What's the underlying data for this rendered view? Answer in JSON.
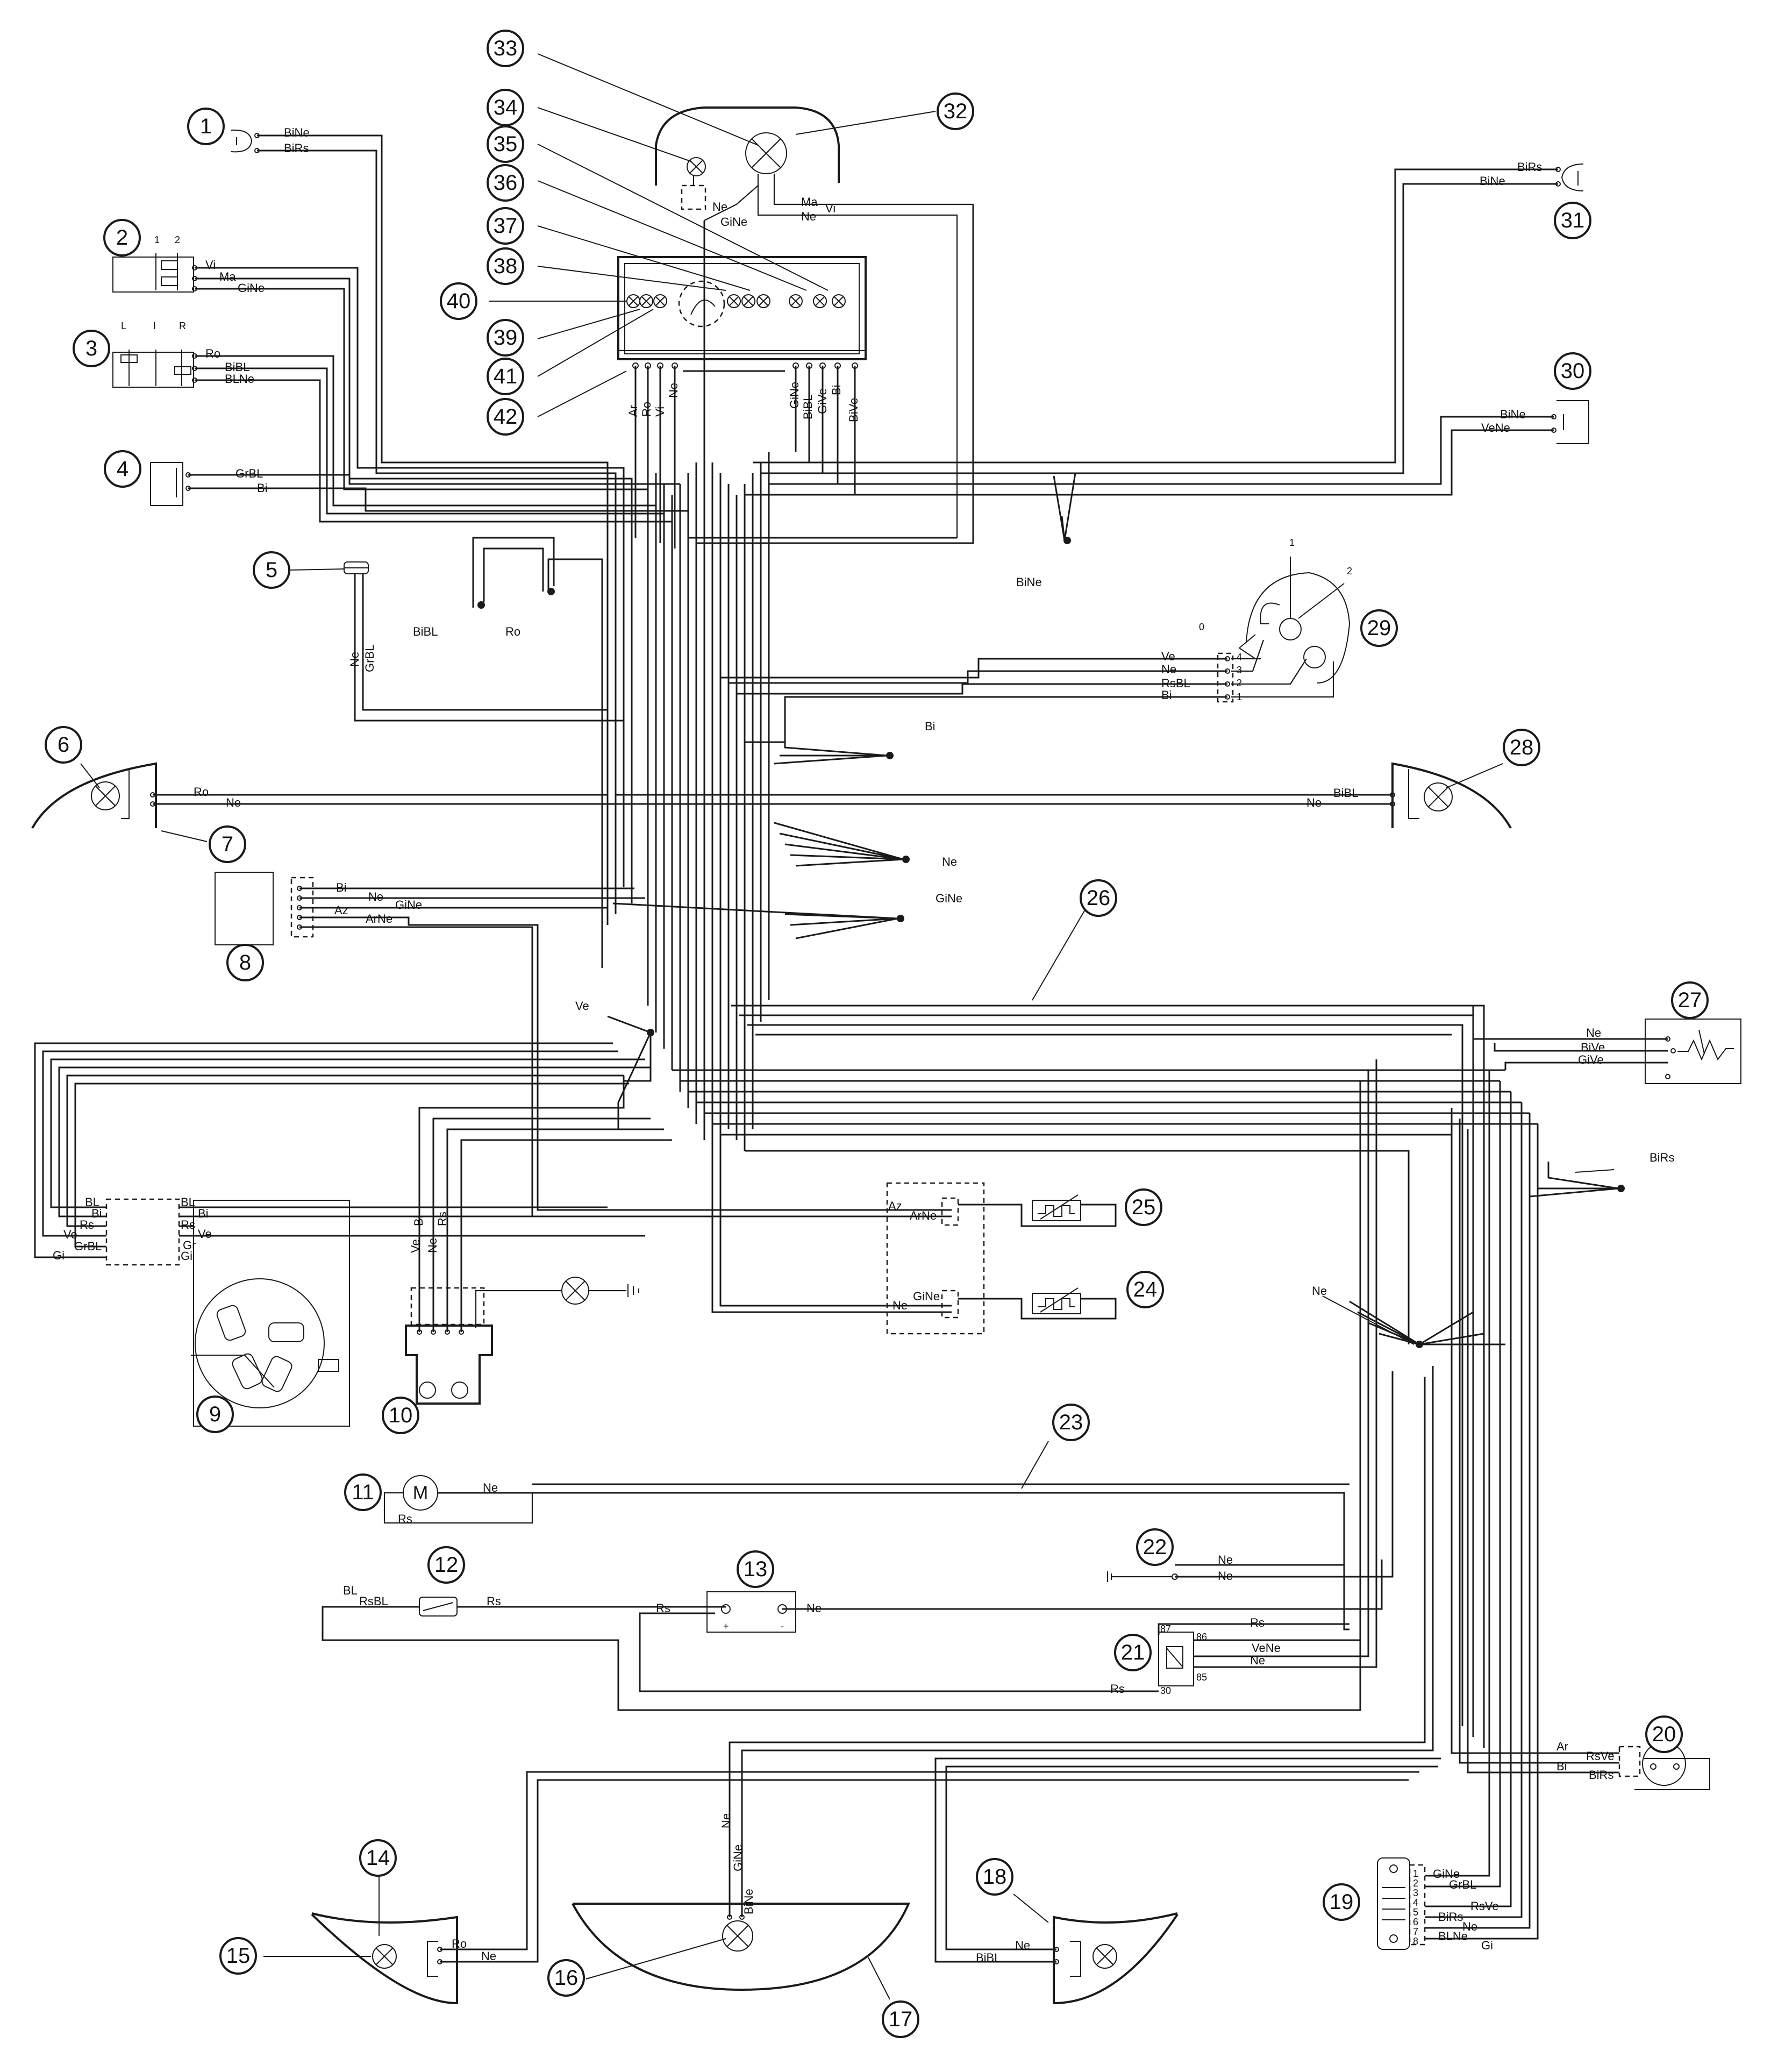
{
  "callouts": [
    {
      "n": "1"
    },
    {
      "n": "2"
    },
    {
      "n": "3"
    },
    {
      "n": "4"
    },
    {
      "n": "5"
    },
    {
      "n": "6"
    },
    {
      "n": "7"
    },
    {
      "n": "8"
    },
    {
      "n": "9"
    },
    {
      "n": "10"
    },
    {
      "n": "11"
    },
    {
      "n": "12"
    },
    {
      "n": "13"
    },
    {
      "n": "14"
    },
    {
      "n": "15"
    },
    {
      "n": "16"
    },
    {
      "n": "17"
    },
    {
      "n": "18"
    },
    {
      "n": "19"
    },
    {
      "n": "20"
    },
    {
      "n": "21"
    },
    {
      "n": "22"
    },
    {
      "n": "23"
    },
    {
      "n": "24"
    },
    {
      "n": "25"
    },
    {
      "n": "26"
    },
    {
      "n": "27"
    },
    {
      "n": "28"
    },
    {
      "n": "29"
    },
    {
      "n": "30"
    },
    {
      "n": "31"
    },
    {
      "n": "32"
    },
    {
      "n": "33"
    },
    {
      "n": "34"
    },
    {
      "n": "35"
    },
    {
      "n": "36"
    },
    {
      "n": "37"
    },
    {
      "n": "38"
    },
    {
      "n": "39"
    },
    {
      "n": "40"
    },
    {
      "n": "41"
    },
    {
      "n": "42"
    }
  ],
  "labels": {
    "c1_a": "BiNe",
    "c1_b": "BiRs",
    "c2_a": "Vi",
    "c2_b": "Ma",
    "c2_c": "GiNe",
    "c2_p1": "1",
    "c2_p2": "2",
    "c3_a": "Ro",
    "c3_b": "BiBL",
    "c3_c": "BLNe",
    "c3_l": "L",
    "c3_m": "I",
    "c3_r": "R",
    "c4_a": "GrBL",
    "c4_b": "Bi",
    "c5_a": "Ne",
    "c5_b": "GrBL",
    "n_bibl": "BiBL",
    "n_ro": "Ro",
    "c6_a": "Ro",
    "c6_b": "Ne",
    "c8_a": "Bi",
    "c8_b": "Ne",
    "c8_c": "GiNe",
    "c8_d": "Az",
    "c8_e": "ArNe",
    "c9_l1": "BL",
    "c9_l2": "Bi",
    "c9_l3": "Rs",
    "c9_l4": "Ve",
    "c9_l5": "GrBL",
    "c9_l6": "Gi",
    "c9_r1": "BL",
    "c9_r2": "Bi",
    "c9_r3": "Rs",
    "c9_r4": "Ve",
    "c9_r5": "Gr",
    "c9_r6": "Gi",
    "c10_a": "Ve",
    "c10_b": "Bi",
    "c10_c": "Ne",
    "c10_d": "Rs",
    "n_ve": "Ve",
    "c11_a": "Ne",
    "c11_b": "Rs",
    "c12_a": "BL",
    "c12_b": "RsBL",
    "c12_c": "Rs",
    "c13_a": "Rs",
    "c13_b": "Ne",
    "c13_plus": "+",
    "c13_minus": "-",
    "c15_a": "Ro",
    "c15_b": "Ne",
    "c16_a": "Ne",
    "c16_b": "GiNe",
    "c16_c": "BiNe",
    "c18_a": "Ne",
    "c18_b": "BiBL",
    "c19_1": "GiNe",
    "c19_2": "GrBL",
    "c19_3": "",
    "c19_4": "RsVe",
    "c19_5": "BiRs",
    "c19_6": "Ne",
    "c19_7": "BLNe",
    "c19_8": "Gi",
    "c19_p1": "1",
    "c19_p2": "2",
    "c19_p3": "3",
    "c19_p4": "4",
    "c19_p5": "5",
    "c19_p6": "6",
    "c19_p7": "7",
    "c19_p8": "8",
    "c20_a": "Ar",
    "c20_b": "RsVe",
    "c20_c": "Bi",
    "c20_d": "BiRs",
    "c21_a": "Rs",
    "c21_b": "VeNe",
    "c21_c": "Ne",
    "c21_d": "Rs",
    "c21_87": "87",
    "c21_86": "86",
    "c21_30": "30",
    "c21_85": "85",
    "c22_a": "Ne",
    "c22_b": "Ne",
    "c24_a": "GiNe",
    "c24_b": "Ne",
    "c25_a": "Az",
    "c25_b": "ArNe",
    "n_ne": "Ne",
    "c27_a": "Ne",
    "c27_b": "BiVe",
    "c27_c": "GiVe",
    "n_birs": "BiRs",
    "c28_a": "BiBL",
    "c28_b": "Ne",
    "c29_a": "Ve",
    "c29_b": "Ne",
    "c29_c": "RsBL",
    "c29_d": "Bi",
    "c29_p0": "0",
    "c29_p1": "1",
    "c29_p2": "2",
    "c29_t1": "1",
    "c29_t2": "2",
    "c29_t3": "3",
    "c29_t4": "4",
    "n_bi": "Bi",
    "n_ne2": "Ne",
    "n_gine": "GiNe",
    "c30_a": "BiNe",
    "c30_b": "VeNe",
    "c31_a": "BiRs",
    "c31_b": "BiNe",
    "n_bine": "BiNe",
    "c32_ne": "Ne",
    "c32_gine": "GiNe",
    "c32_ma": "Ma",
    "c32_vi": "Vi",
    "c32_ne2": "Ne",
    "dash_1": "Ar",
    "dash_2": "Ro",
    "dash_3": "Vi",
    "dash_4": "Ne",
    "dash_5": "GiNe",
    "dash_6": "BiBL",
    "dash_7": "GiVe",
    "dash_8": "Bi",
    "dash_9": "BiVe"
  }
}
